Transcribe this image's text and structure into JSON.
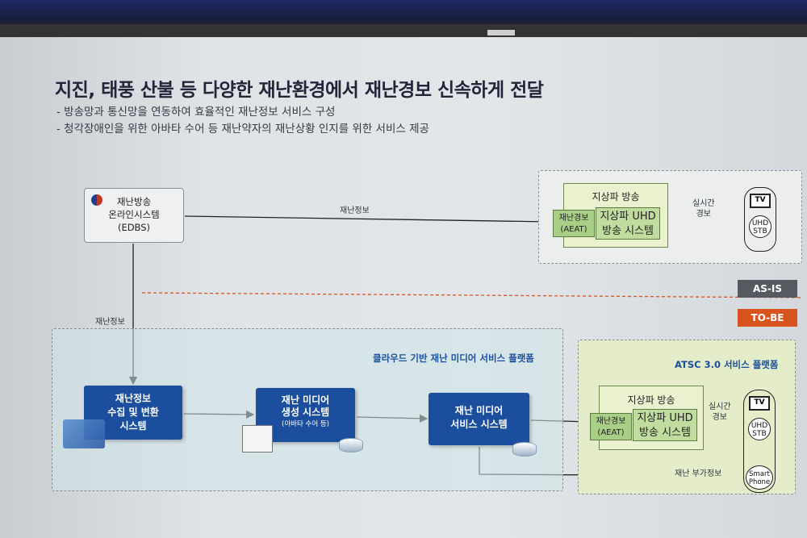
{
  "title": "지진, 태풍 산불 등 다양한 재난환경에서 재난경보 신속하게 전달",
  "bullets": [
    "- 방송망과 통신망을 연동하여 효율적인 재난정보 서비스 구성",
    "- 청각장애인을 위한 아바타 수어 등 재난약자의 재난상황 인지를 위한 서비스 제공"
  ],
  "edbs": {
    "line1": "재난방송",
    "line2": "온라인시스템",
    "line3": "(EDBS)"
  },
  "as_is": {
    "tag": "AS-IS",
    "arrow_label": "재난정보",
    "terrestrial_title": "지상파 방송",
    "aeat": {
      "line1": "재난경보",
      "line2": "(AEAT)"
    },
    "uhd_system": {
      "line1": "지상파 UHD",
      "line2": "방송 시스템"
    },
    "realtime_alert": {
      "line1": "실시간",
      "line2": "경보"
    },
    "tv": "TV",
    "uhd_stb": {
      "line1": "UHD",
      "line2": "STB"
    }
  },
  "to_be": {
    "tag": "TO-BE",
    "down_label": "재난정보",
    "cloud_title": "클라우드 기반 재난 미디어 서비스 플랫폼",
    "collect": {
      "line1": "재난정보",
      "line2": "수집 및 변환",
      "line3": "시스템"
    },
    "media_gen": {
      "line1": "재난 미디어",
      "line2": "생성 시스템",
      "line3": "(아바타 수어 등)"
    },
    "media_service": {
      "line1": "재난 미디어",
      "line2": "서비스 시스템"
    },
    "atsc_title": "ATSC 3.0 서비스 플랫폼",
    "terrestrial_title": "지상파 방송",
    "aeat": {
      "line1": "재난경보",
      "line2": "(AEAT)"
    },
    "uhd_system": {
      "line1": "지상파 UHD",
      "line2": "방송 시스템"
    },
    "realtime_alert": {
      "line1": "실시간",
      "line2": "경보"
    },
    "extra_label": "재난 부가정보",
    "tv": "TV",
    "uhd_stb": {
      "line1": "UHD",
      "line2": "STB"
    },
    "smartphone": {
      "line1": "Smart",
      "line2": "Phone"
    }
  },
  "colors": {
    "blue": "#1b4f9e",
    "orange_tag": "#d9531e",
    "gray_tag": "#555a60",
    "green": "#a9cf86"
  }
}
